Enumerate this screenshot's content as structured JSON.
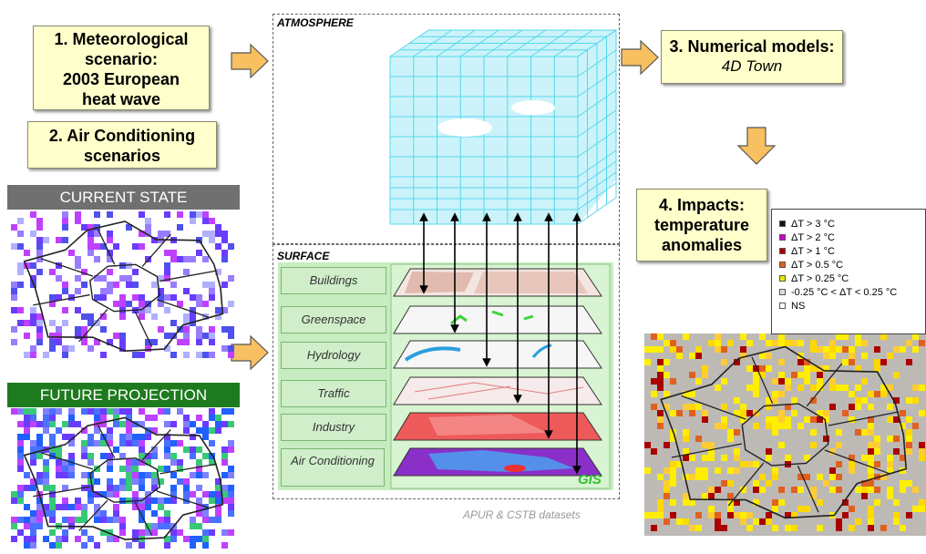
{
  "boxes": {
    "box1": [
      "1. Meteorological",
      "scenario:",
      "2003 European",
      "heat wave"
    ],
    "box2": [
      "2. Air Conditioning",
      "scenarios"
    ],
    "box3_title": "3. Numerical models:",
    "box3_sub": "4D Town",
    "box4": [
      "4. Impacts:",
      "temperature",
      "anomalies"
    ]
  },
  "maps": {
    "current_label": "CURRENT STATE",
    "future_label": "FUTURE PROJECTION"
  },
  "atmosphere": {
    "title": "ATMOSPHERE"
  },
  "surface": {
    "title": "SURFACE",
    "layers": [
      "Buildings",
      "Greenspace",
      "Hydrology",
      "Traffic",
      "Industry",
      "Air Conditioning"
    ],
    "gis": "GIS",
    "credit": "APUR & CSTB datasets"
  },
  "legend": [
    {
      "label": "ΔT > 3 °C",
      "color": "#111111"
    },
    {
      "label": "ΔT > 2 °C",
      "color": "#cc00cc"
    },
    {
      "label": "ΔT > 1 °C",
      "color": "#aa0000"
    },
    {
      "label": "ΔT > 0.5 °C",
      "color": "#e06020"
    },
    {
      "label": "ΔT > 0.25 °C",
      "color": "#e8e800"
    },
    {
      "label": "-0.25 °C < ΔT < 0.25 °C",
      "color": "#dddddd"
    },
    {
      "label": "NS",
      "color": "#ffffff"
    }
  ],
  "colors": {
    "arrow_fill": "#f8c060",
    "grid": "#55d8ee",
    "cube_fill": "#ccf3fa",
    "panel": "#c6ecc0",
    "current_banner": "#707070",
    "future_banner": "#1e7a1e"
  }
}
